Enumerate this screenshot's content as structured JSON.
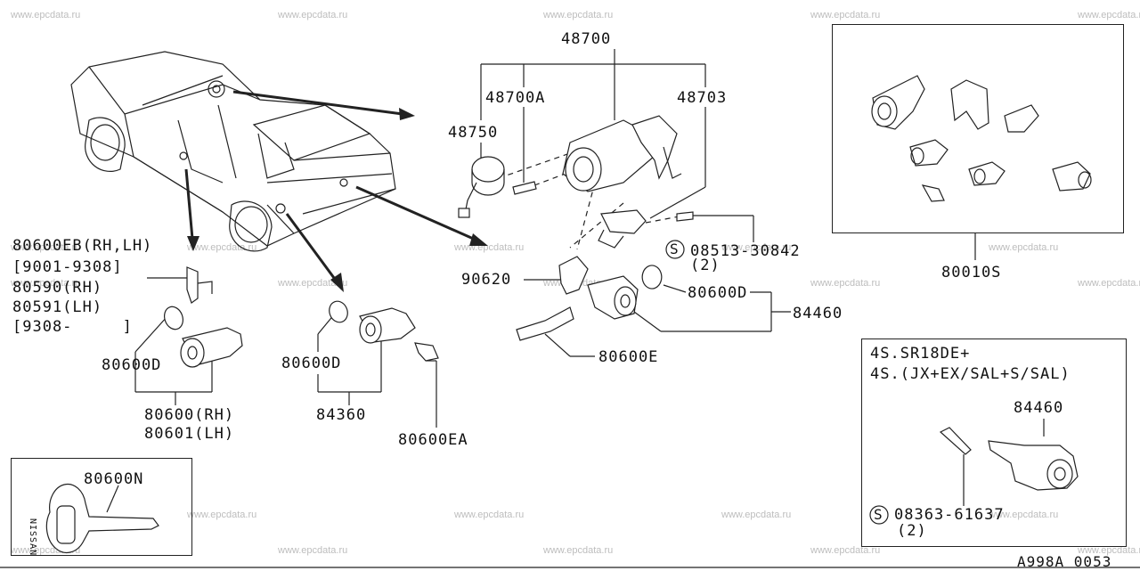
{
  "watermark": "www.epcdata.ru",
  "labels": {
    "l48700": "48700",
    "l48700A": "48700A",
    "l48703": "48703",
    "l48750": "48750",
    "l08513_a": "08513-30842",
    "l08513_b": "(2)",
    "l90620": "90620",
    "l80600D_right": "80600D",
    "l84460_main": "84460",
    "l80600E": "80600E",
    "l80010S": "80010S",
    "l80600EB": "80600EB(RH,LH)",
    "l9001": "[9001-9308]",
    "l80590": "80590(RH)",
    "l80591": "80591(LH)",
    "l9308": "[9308-     ]",
    "l80600D_left": "80600D",
    "l80600_rh": "80600(RH)",
    "l80601_lh": "80601(LH)",
    "l80600D_mid": "80600D",
    "l84360": "84360",
    "l80600EA": "80600EA",
    "l80600N": "80600N",
    "inset_title1": "4S.SR18DE+",
    "inset_title2": "4S.(JX+EX/SAL+S/SAL)",
    "l84460_inset": "84460",
    "l08363_a": "08363-61637",
    "l08363_b": "(2)",
    "key_brand": "NISSAN",
    "page_code": "A998A 0053",
    "circle_s": "S"
  }
}
